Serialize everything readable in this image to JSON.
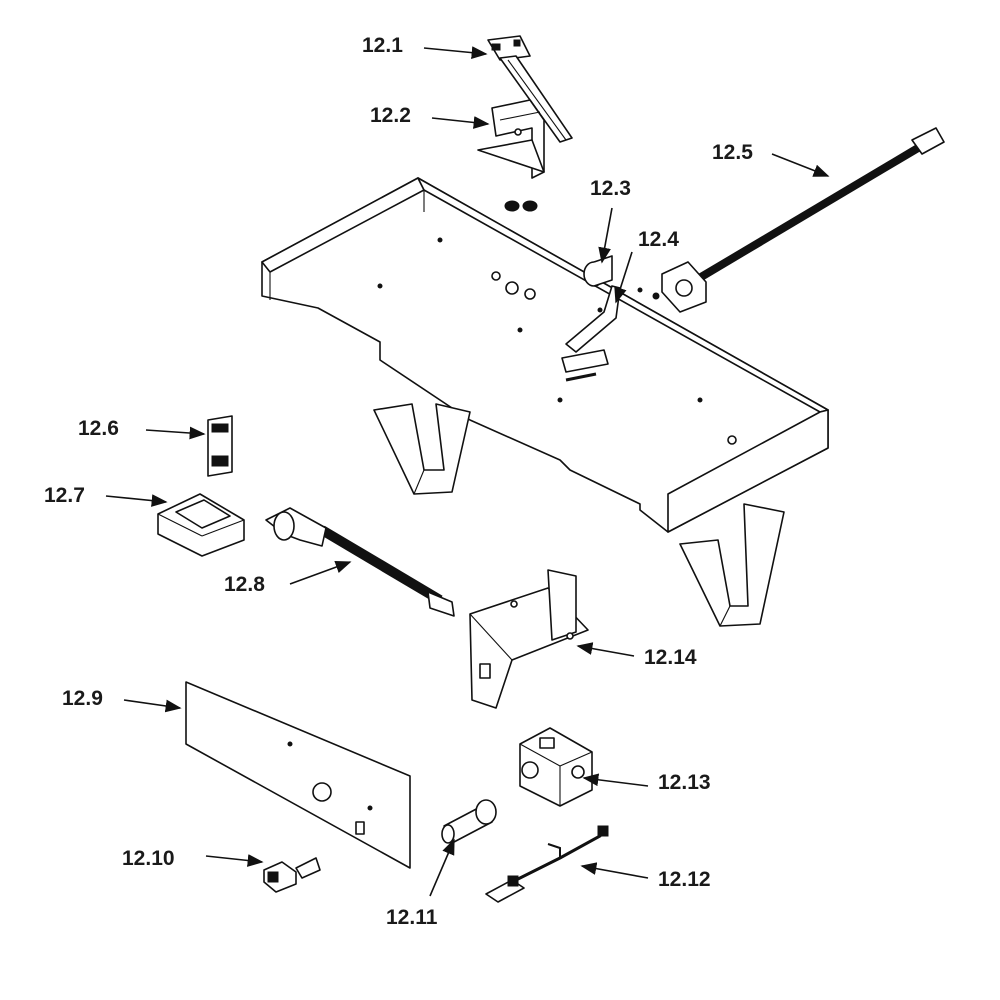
{
  "callouts": {
    "p12_1": "12.1",
    "p12_2": "12.2",
    "p12_3": "12.3",
    "p12_4": "12.4",
    "p12_5": "12.5",
    "p12_6": "12.6",
    "p12_7": "12.7",
    "p12_8": "12.8",
    "p12_9": "12.9",
    "p12_10": "12.10",
    "p12_11": "12.11",
    "p12_12": "12.12",
    "p12_13": "12.13",
    "p12_14": "12.14"
  },
  "colors": {
    "line": "#111111",
    "background": "#ffffff"
  }
}
